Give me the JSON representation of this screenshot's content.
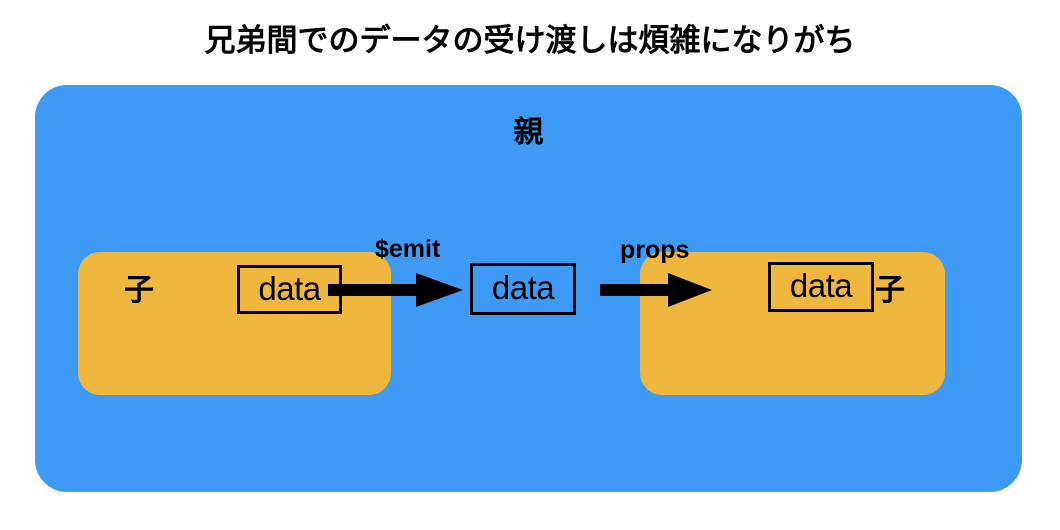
{
  "title": "兄弟間でのデータの受け渡しは煩雑になりがち",
  "colors": {
    "parent_fill": "#3D9AF5",
    "child_fill": "#EFB73E",
    "stroke": "#000000",
    "background": "#FFFFFF"
  },
  "diagram": {
    "parent": {
      "label": "親"
    },
    "children": [
      {
        "label": "子",
        "data_label": "data",
        "position": "left"
      },
      {
        "label": "子",
        "data_label": "data",
        "position": "right"
      }
    ],
    "middle_data": {
      "data_label": "data"
    },
    "arrows": [
      {
        "label": "$emit",
        "direction": "right",
        "from": "left-child-data",
        "to": "parent-data"
      },
      {
        "label": "props",
        "direction": "right",
        "from": "parent-data",
        "to": "right-child-data"
      }
    ]
  }
}
